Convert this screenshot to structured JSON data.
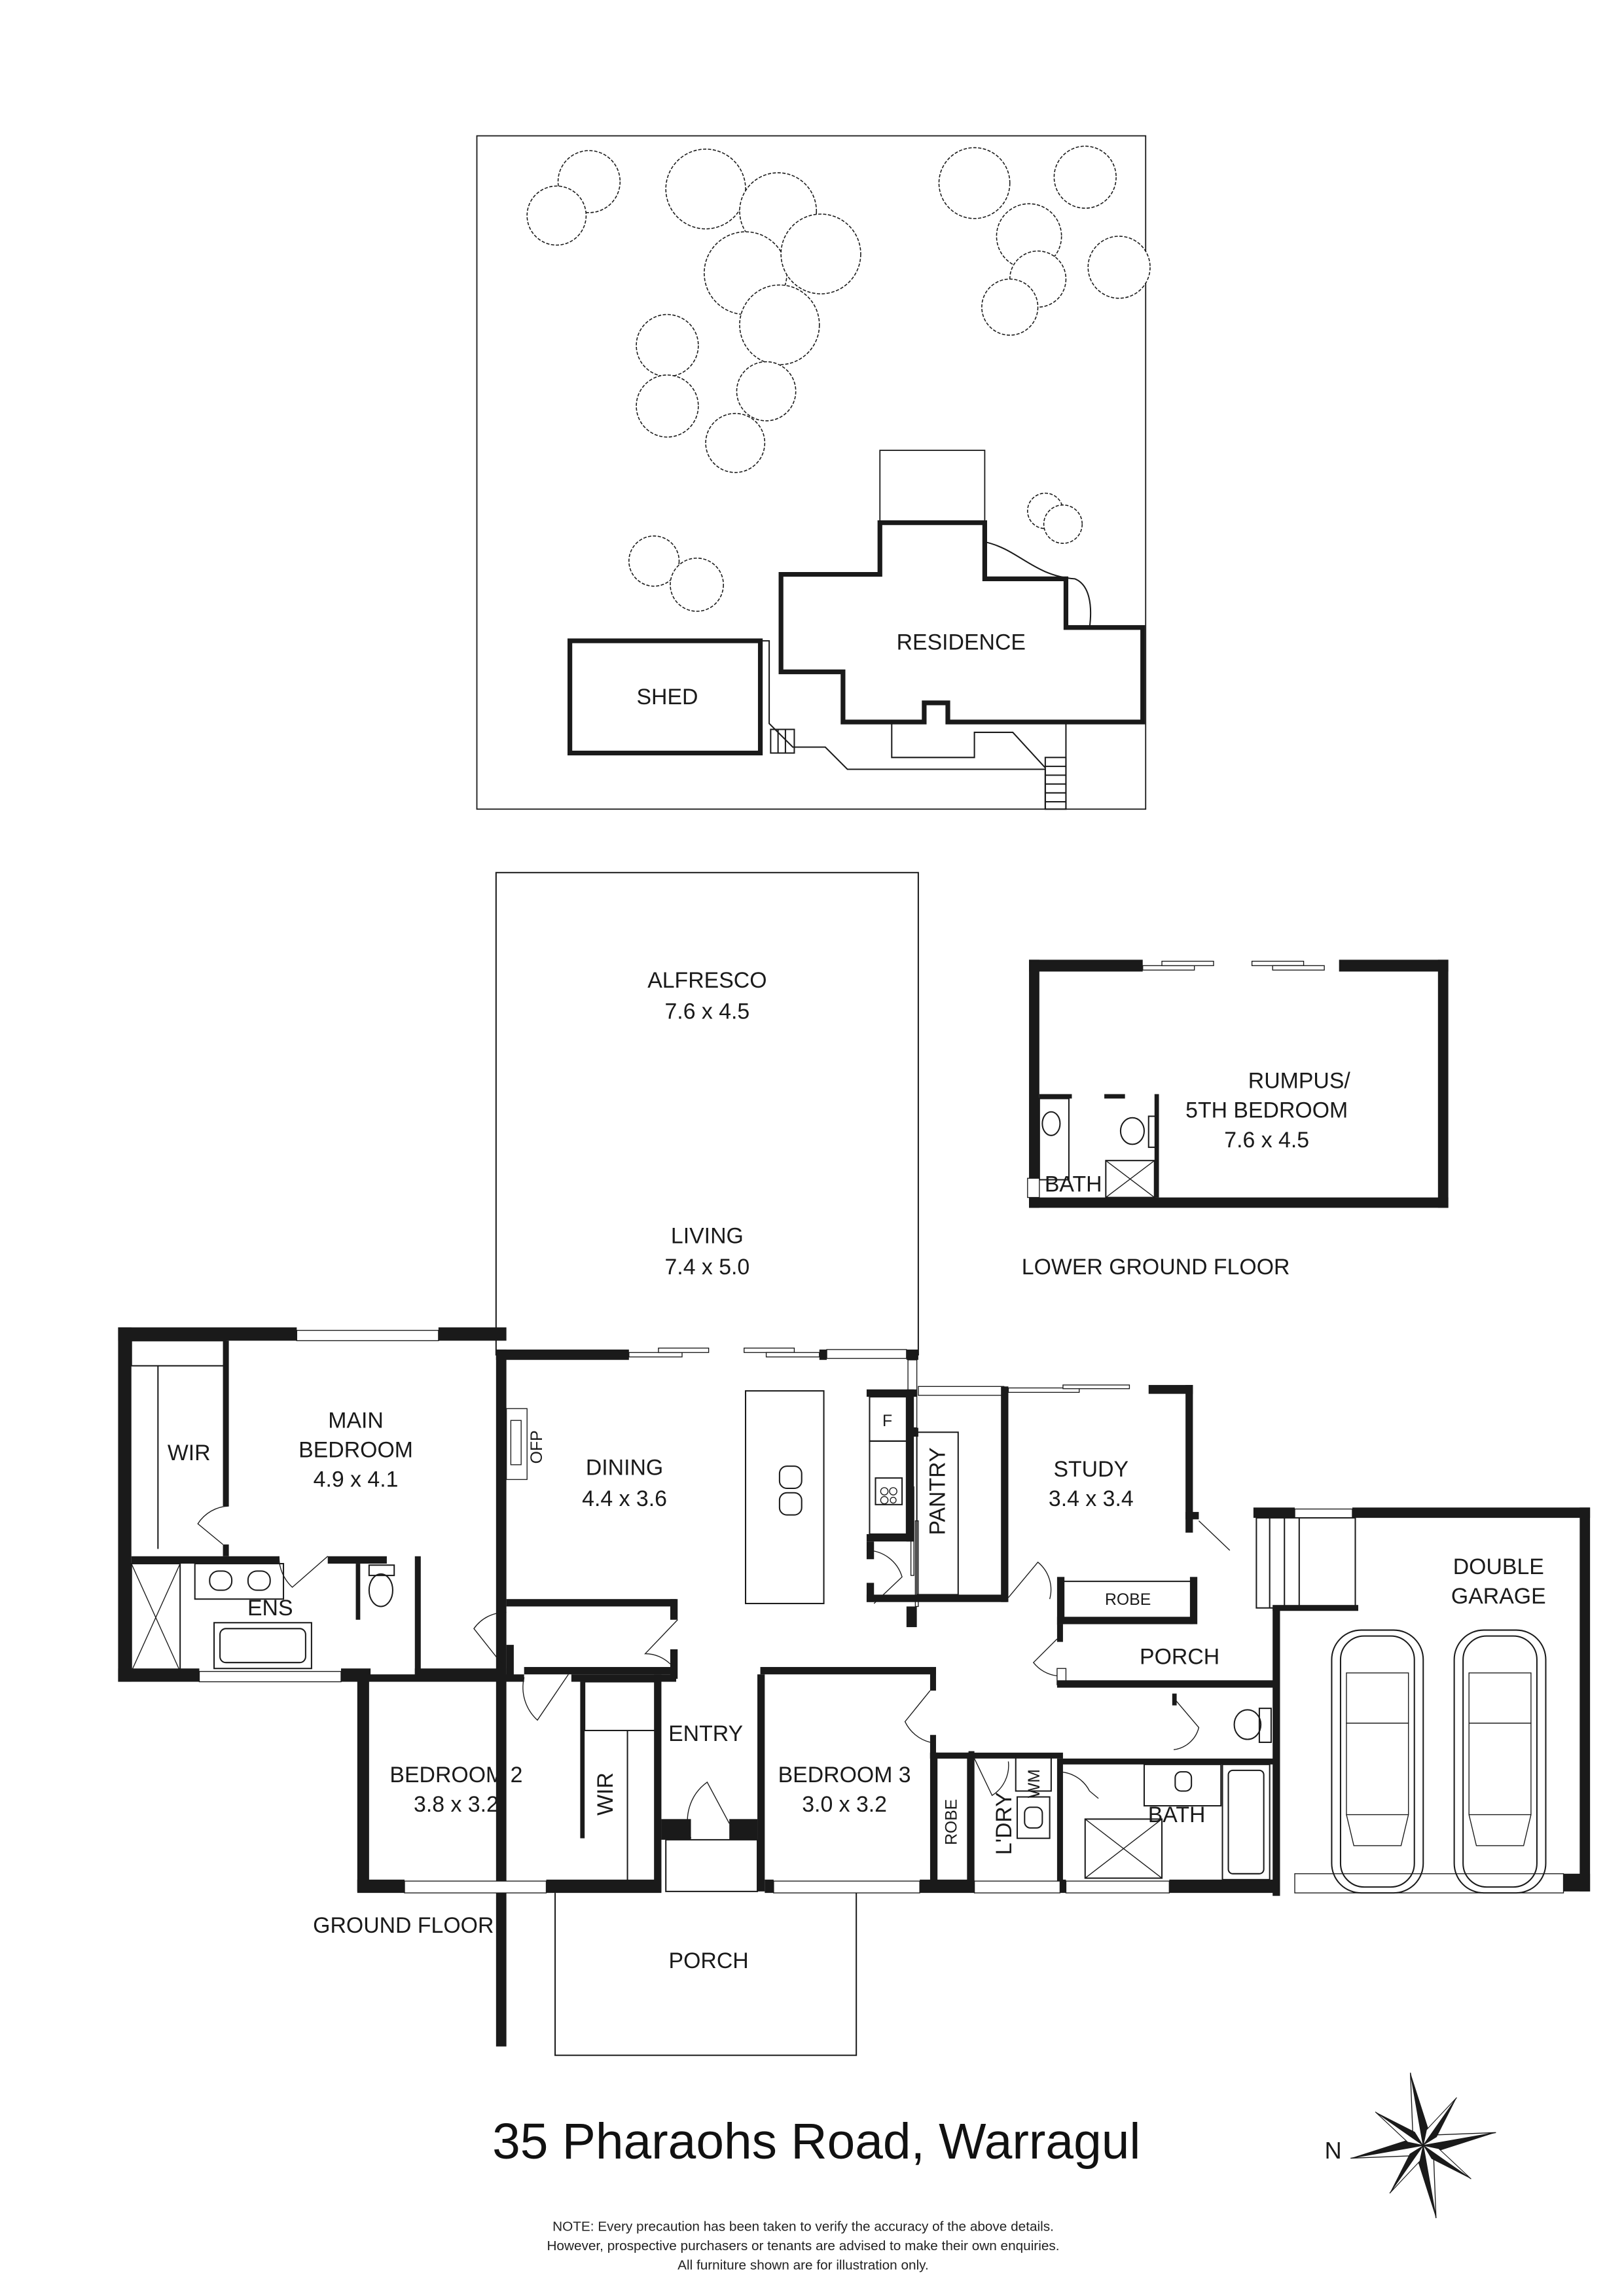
{
  "address": "35 Pharaohs Road, Warragul",
  "site_plan": {
    "labels": {
      "residence": "RESIDENCE",
      "shed": "SHED"
    },
    "tree_count": 22
  },
  "floors": {
    "ground": {
      "label": "GROUND FLOOR"
    },
    "lower_ground": {
      "label": "LOWER GROUND FLOOR"
    }
  },
  "rooms": {
    "alfresco": {
      "name": "ALFRESCO",
      "dims": "7.6 x 4.5"
    },
    "living": {
      "name": "LIVING",
      "dims": "7.4 x 5.0"
    },
    "dining": {
      "name": "DINING",
      "dims": "4.4 x 3.6"
    },
    "main_bedroom": {
      "name_line1": "MAIN",
      "name_line2": "BEDROOM",
      "dims": "4.9 x 4.1"
    },
    "wir_main": {
      "name": "WIR"
    },
    "ens": {
      "name": "ENS"
    },
    "ofp": {
      "name": "OFP"
    },
    "pantry": {
      "name": "PANTRY"
    },
    "fridge": {
      "name": "F"
    },
    "study": {
      "name": "STUDY",
      "dims": "3.4 x 3.4"
    },
    "robe_study": {
      "name": "ROBE"
    },
    "porch_side": {
      "name": "PORCH"
    },
    "double_garage": {
      "name_line1": "DOUBLE",
      "name_line2": "GARAGE"
    },
    "bedroom2": {
      "name": "BEDROOM 2",
      "dims": "3.8 x 3.2"
    },
    "wir_bed2": {
      "name": "WIR"
    },
    "entry": {
      "name": "ENTRY"
    },
    "bedroom3": {
      "name": "BEDROOM 3",
      "dims": "3.0 x 3.2"
    },
    "robe_bed3": {
      "name": "ROBE"
    },
    "laundry": {
      "name": "L'DRY"
    },
    "wm": {
      "name": "WM"
    },
    "bath": {
      "name": "BATH"
    },
    "porch_front": {
      "name": "PORCH"
    },
    "rumpus": {
      "name_line1": "RUMPUS/",
      "name_line2": "5TH BEDROOM",
      "dims": "7.6 x 4.5"
    },
    "rumpus_bath": {
      "name": "BATH"
    }
  },
  "compass": {
    "label": "N"
  },
  "disclaimer": {
    "line1": "NOTE: Every precaution has been taken to verify the accuracy of the above details.",
    "line2": "However, prospective purchasers or tenants are advised to make their own enquiries.",
    "line3": "All furniture shown are for illustration only."
  },
  "colors": {
    "ink": "#1a1a1a",
    "background": "#ffffff"
  }
}
